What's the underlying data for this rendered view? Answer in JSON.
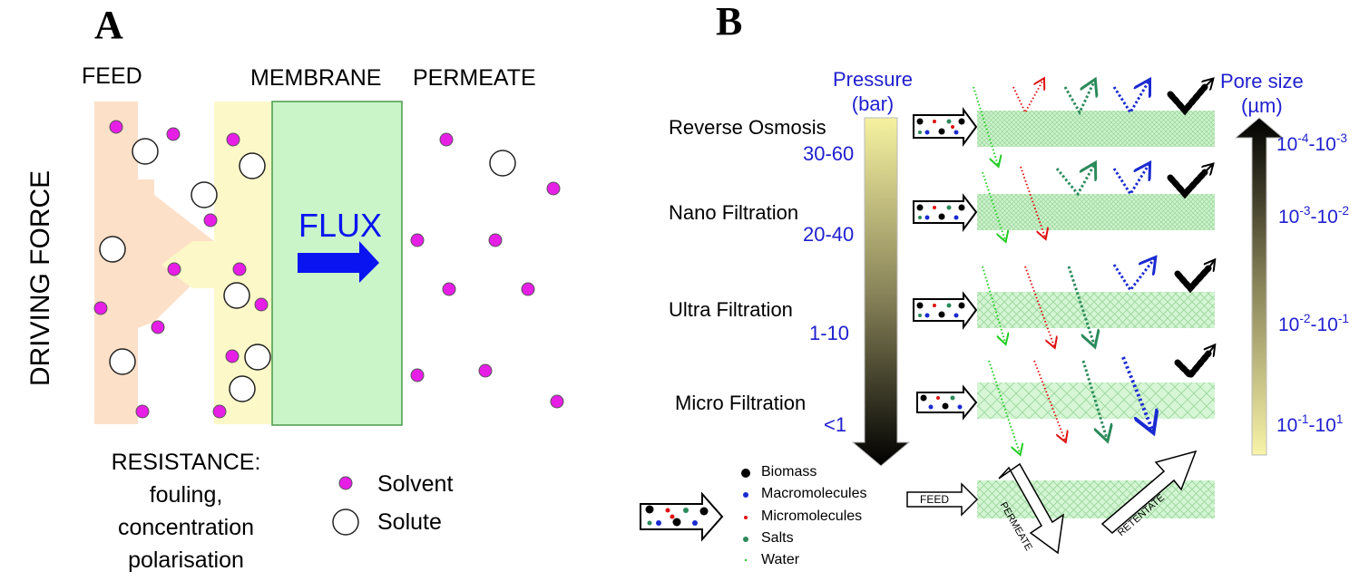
{
  "panel_a": {
    "letter": "A",
    "feed": "FEED",
    "membrane": "MEMBRANE",
    "permeate": "PERMEATE",
    "driving_force": "DRIVING FORCE",
    "flux": "FLUX",
    "resistance": [
      "RESISTANCE:",
      "fouling,",
      "concentration",
      "polarisation"
    ],
    "legend": [
      {
        "label": "Solvent",
        "color": "#e61ee6"
      },
      {
        "label": "Solute",
        "color": "#ffffff"
      }
    ]
  },
  "panel_b": {
    "letter": "B",
    "pressure_title": [
      "Pressure",
      "(bar)"
    ],
    "pore_title": [
      "Pore size",
      "(µm)"
    ],
    "processes": [
      {
        "name": "Reverse Osmosis",
        "pressure": "30-60",
        "pore": {
          "base1": "10",
          "exp1": "-4",
          "sep": "-",
          "base2": "10",
          "exp2": "-3"
        }
      },
      {
        "name": "Nano Filtration",
        "pressure": "20-40",
        "pore": {
          "base1": "10",
          "exp1": "-3",
          "sep": "-",
          "base2": "10",
          "exp2": "-2"
        }
      },
      {
        "name": "Ultra Filtration",
        "pressure": "1-10",
        "pore": {
          "base1": "10",
          "exp1": "-2",
          "sep": "-",
          "base2": "10",
          "exp2": "-1"
        }
      },
      {
        "name": "Micro Filtration",
        "pressure": "<1",
        "pore": {
          "base1": "10",
          "exp1": "-1",
          "sep": "-",
          "base2": "10",
          "exp2": "1"
        }
      }
    ],
    "legend": [
      {
        "label": "Biomass",
        "color": "#000000"
      },
      {
        "label": "Macromolecules",
        "color": "#1a2ad0"
      },
      {
        "label": "Micromolecules",
        "color": "#e01010"
      },
      {
        "label": "Salts",
        "color": "#2a8a5a"
      },
      {
        "label": "Water",
        "color": "#22cc22"
      }
    ],
    "schematic": {
      "feed": "FEED",
      "permeate": "PERMEATE",
      "retentate": "RETENTATE"
    }
  },
  "colors": {
    "feed_band": "#fde0c8",
    "polarisation_band": "#fdf8c8",
    "membrane": "#c9f5c9",
    "flux_arrow": "#0a14f0",
    "label_blue": "#1f1fd0"
  }
}
